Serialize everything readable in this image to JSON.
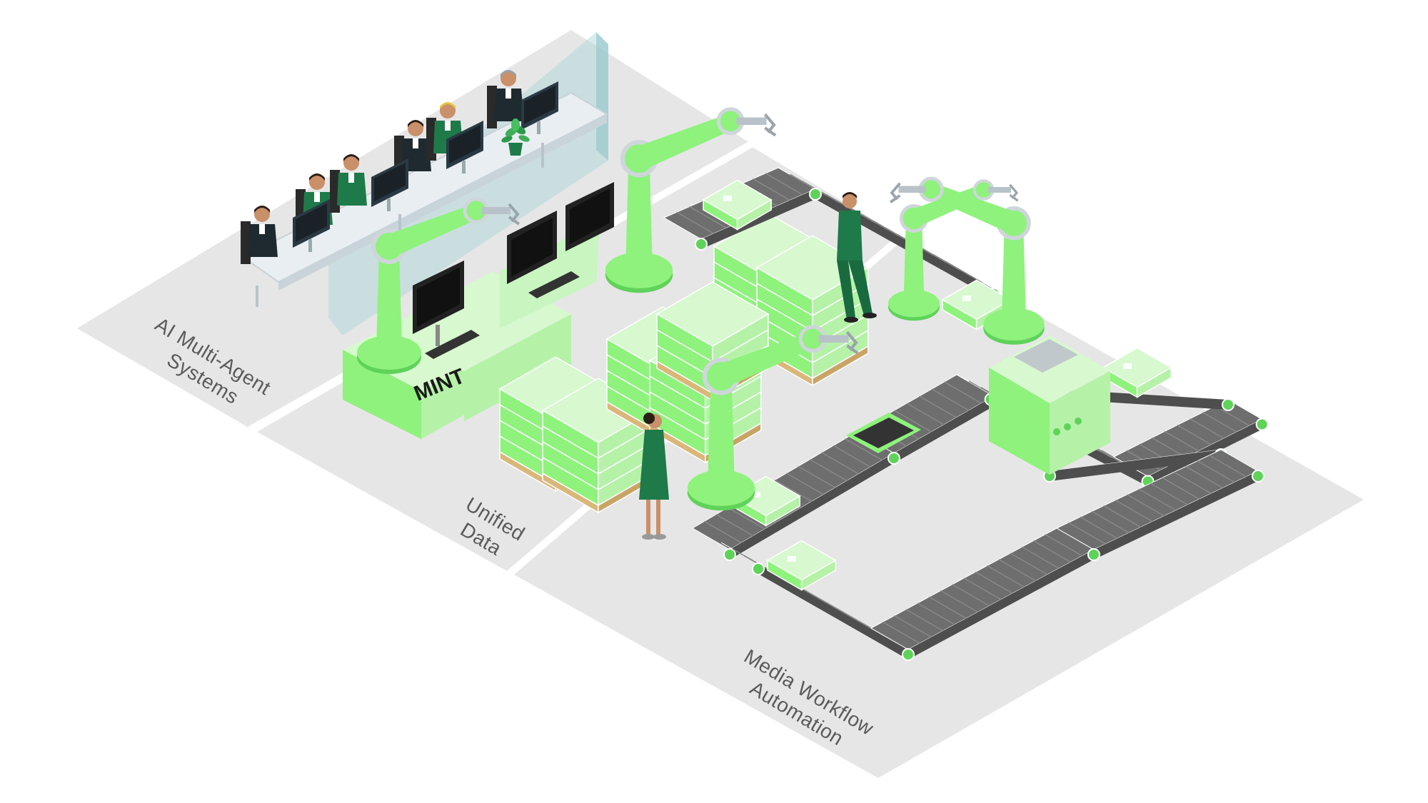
{
  "zones": [
    {
      "id": "ai",
      "lines": [
        "AI Multi-Agent",
        "Systems"
      ]
    },
    {
      "id": "data",
      "lines": [
        "Unified",
        "Data"
      ]
    },
    {
      "id": "media",
      "lines": [
        "Media Workflow",
        "Automation"
      ]
    }
  ],
  "logo": "MINT",
  "colors": {
    "floor": "#e6e6e6",
    "divider": "#ffffff",
    "green_light": "#c8f5c0",
    "green": "#8ef27c",
    "green_dark": "#5fd25a",
    "conveyor": "#6e6e6e",
    "conveyor_dark": "#4e4e4e",
    "glass": "#a9d4d8",
    "suit": "#1e2a30",
    "shirt_green": "#1f7a4a",
    "screen": "#111111",
    "pallet": "#e9cf9c"
  },
  "icons": [
    "robot-arm-icon",
    "conveyor-belt-icon",
    "monitor-icon",
    "person-icon",
    "plant-icon",
    "pallet-icon"
  ]
}
